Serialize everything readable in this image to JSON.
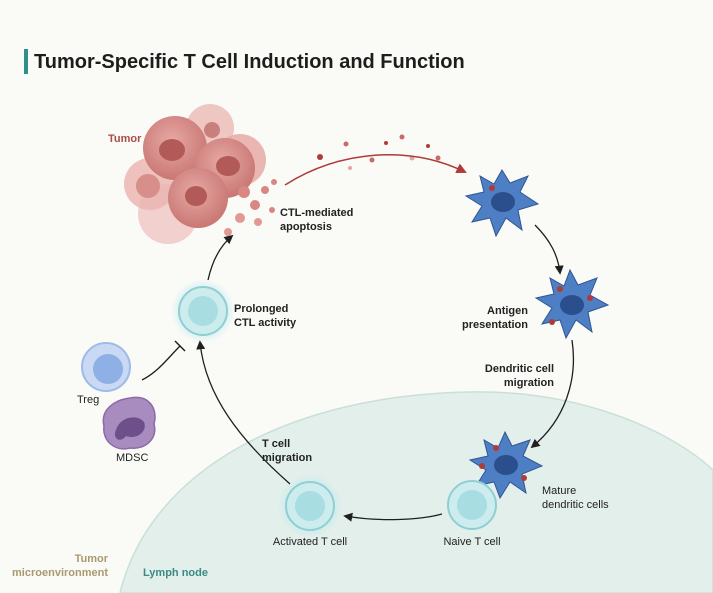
{
  "title": "Tumor-Specific T Cell Induction and Function",
  "labels": {
    "tumor": "Tumor",
    "ctl_apoptosis": [
      "CTL-mediated",
      "apoptosis"
    ],
    "antigen_presentation": [
      "Antigen",
      "presentation"
    ],
    "dc_migration": [
      "Dendritic cell",
      "migration"
    ],
    "mature_dc": [
      "Mature",
      "dendritic cells"
    ],
    "naive_t": "Naive T cell",
    "activated_t": "Activated T cell",
    "t_migration": [
      "T cell",
      "migration"
    ],
    "prolonged_ctl": [
      "Prolonged",
      "CTL activity"
    ],
    "treg": "Treg",
    "mdsc": "MDSC",
    "tumor_microenvironment": [
      "Tumor",
      "microenvironment"
    ],
    "lymph_node": "Lymph node"
  },
  "colors": {
    "accent": "#2f8f8a",
    "tumor": "#c96a6a",
    "dendritic": "#3f6fb6",
    "t_cell": "#9fd8dc",
    "treg": "#9dbbe8",
    "mdsc": "#8d6aa6",
    "lymph_node": "#e2efea",
    "arrow": "#1f1f1f"
  }
}
